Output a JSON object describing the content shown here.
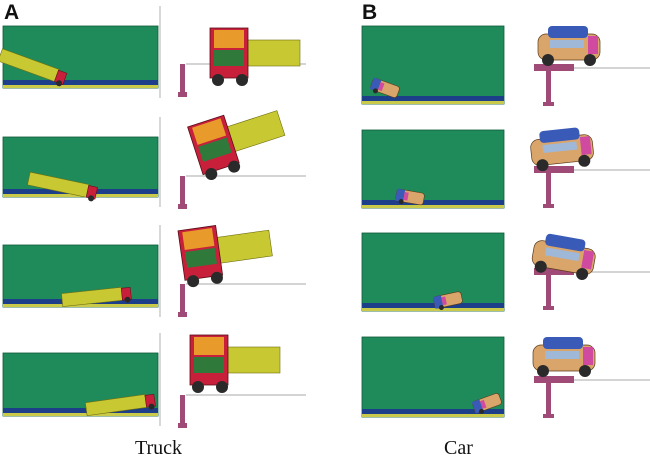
{
  "figure": {
    "panels": [
      {
        "letter": "A",
        "caption": "Truck",
        "vehicle": "truck",
        "frames": 4
      },
      {
        "letter": "B",
        "caption": "Car",
        "vehicle": "car",
        "frames": 4
      }
    ],
    "colors": {
      "barrier_green": "#1f8a5a",
      "road_blue": "#1d3f8a",
      "ground_yellow": "#c9c94a",
      "truck_body": "#c8c832",
      "truck_cab": "#c8203a",
      "cargo_orange": "#e89a2a",
      "car_body": "#d9a56a",
      "post_purple": "#a04a78",
      "wheel_dark": "#2a2a2a"
    }
  }
}
